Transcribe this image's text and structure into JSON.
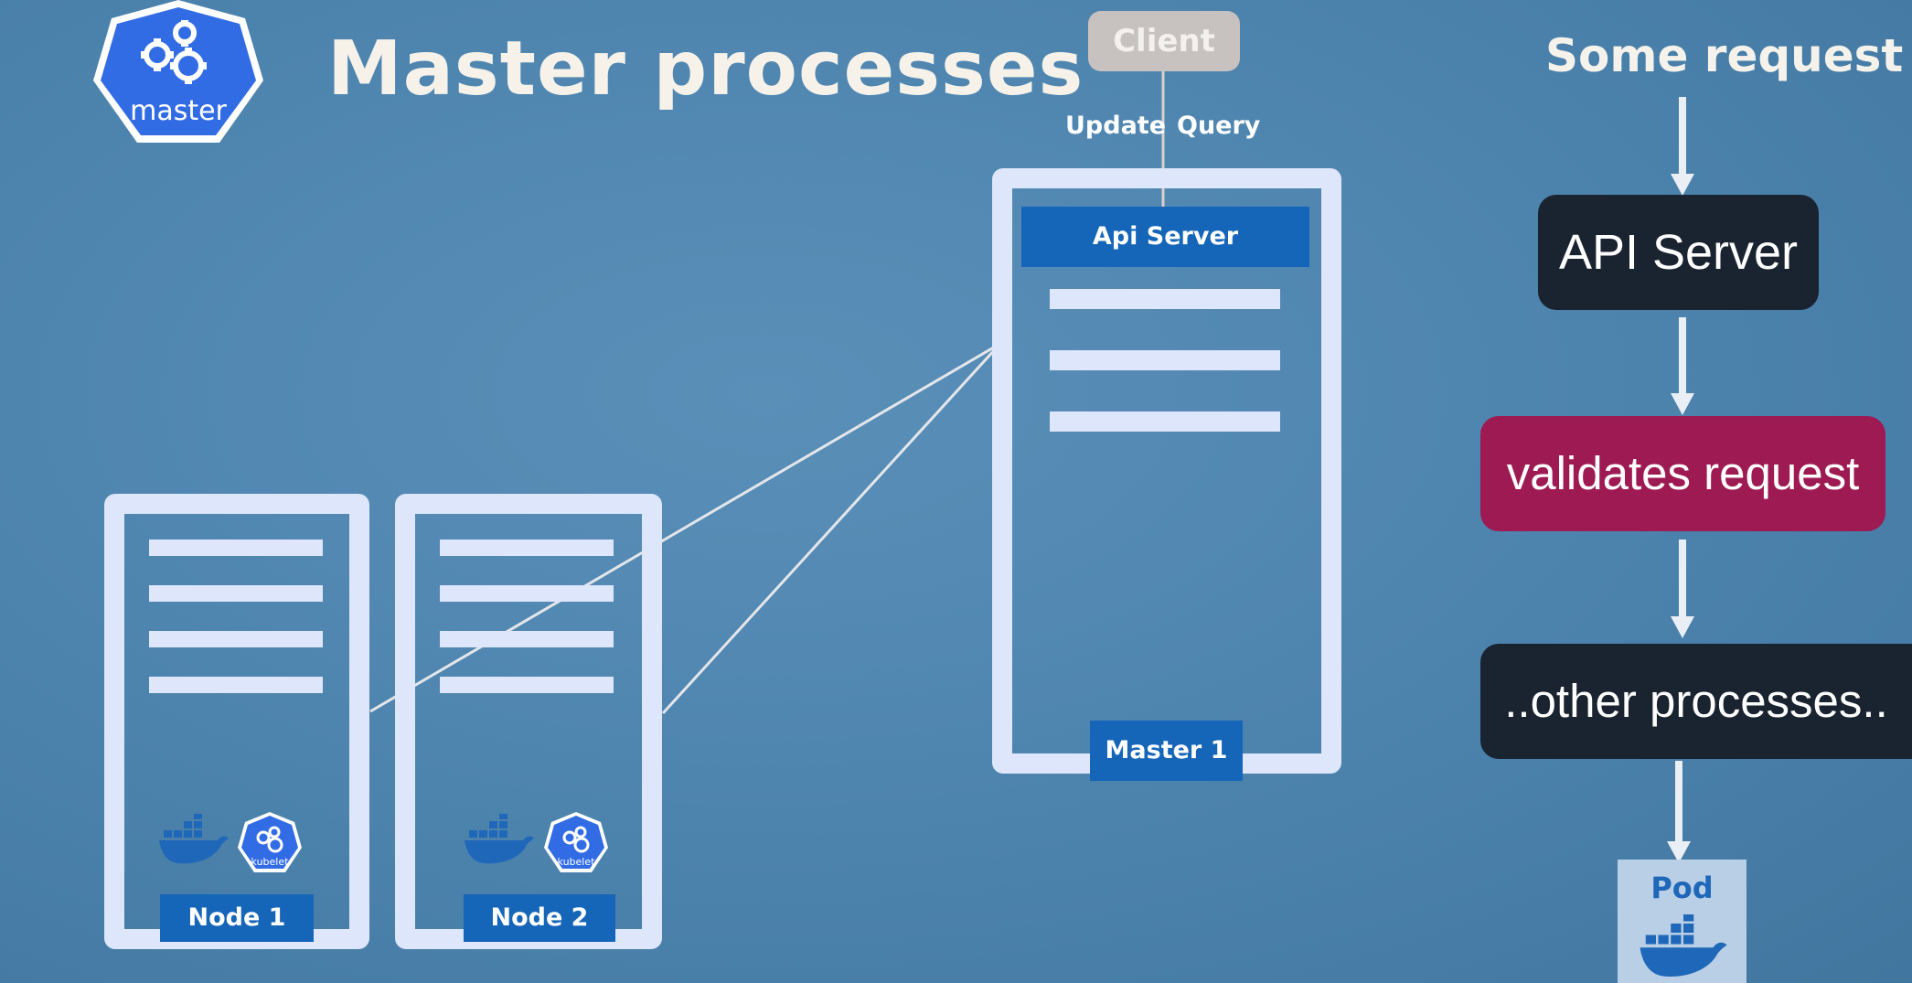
{
  "header": {
    "logo_label": "master",
    "title": "Master processes"
  },
  "client": {
    "label": "Client",
    "update_label": "Update",
    "query_label": "Query"
  },
  "master_server": {
    "api_server_label": "Api Server",
    "name_label": "Master 1"
  },
  "nodes": [
    {
      "label": "Node 1",
      "kubelet_label": "kubelet"
    },
    {
      "label": "Node 2",
      "kubelet_label": "kubelet"
    }
  ],
  "flow": {
    "start_label": "Some request",
    "steps": [
      {
        "label": "API Server"
      },
      {
        "label": "validates request"
      },
      {
        "label": "..other processes.."
      }
    ],
    "end_label": "Pod"
  },
  "colors": {
    "background": "#4c83ad",
    "frame": "#dde6fb",
    "tag_blue": "#1565b8",
    "dark_box": "#1a2330",
    "magenta_box": "#9e1a52",
    "client_box": "#c7c2bf"
  },
  "icons": [
    "kubernetes-master-logo-icon",
    "docker-whale-icon",
    "kubelet-icon"
  ]
}
